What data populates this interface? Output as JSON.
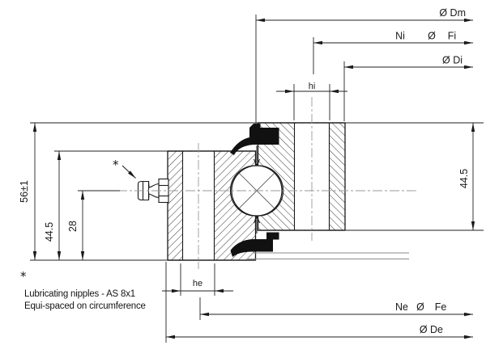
{
  "drawing": {
    "background": "#ffffff",
    "line_color": "#1a1a1a",
    "dim_line_color": "#222222",
    "centerline_color": "#9a9a9a",
    "edge_gray": "#8a8a8a",
    "seal_color": "#111111"
  },
  "dim_labels": {
    "raceway_dia": "Ø Dm",
    "inner_bolt_count": "Ni",
    "inner_bolt_phi": "Ø",
    "inner_bolt_circle": "Fi",
    "inner_dia": "Ø Di",
    "inner_hole_dia": "hi",
    "total_height": "56±1",
    "outer_ring_height": "44.5",
    "nipple_axis_height": "28",
    "inner_ring_height": "44.5",
    "outer_hole_dia": "he",
    "outer_bolt_count": "Ne",
    "outer_bolt_phi": "Ø",
    "outer_bolt_circle": "Fe",
    "outer_dia": "Ø De"
  },
  "leader": {
    "marker": "*"
  },
  "footnote": {
    "marker": "*",
    "line1": "Lubricating nipples - AS 8x1",
    "line2": "Equi-spaced on circumference"
  }
}
